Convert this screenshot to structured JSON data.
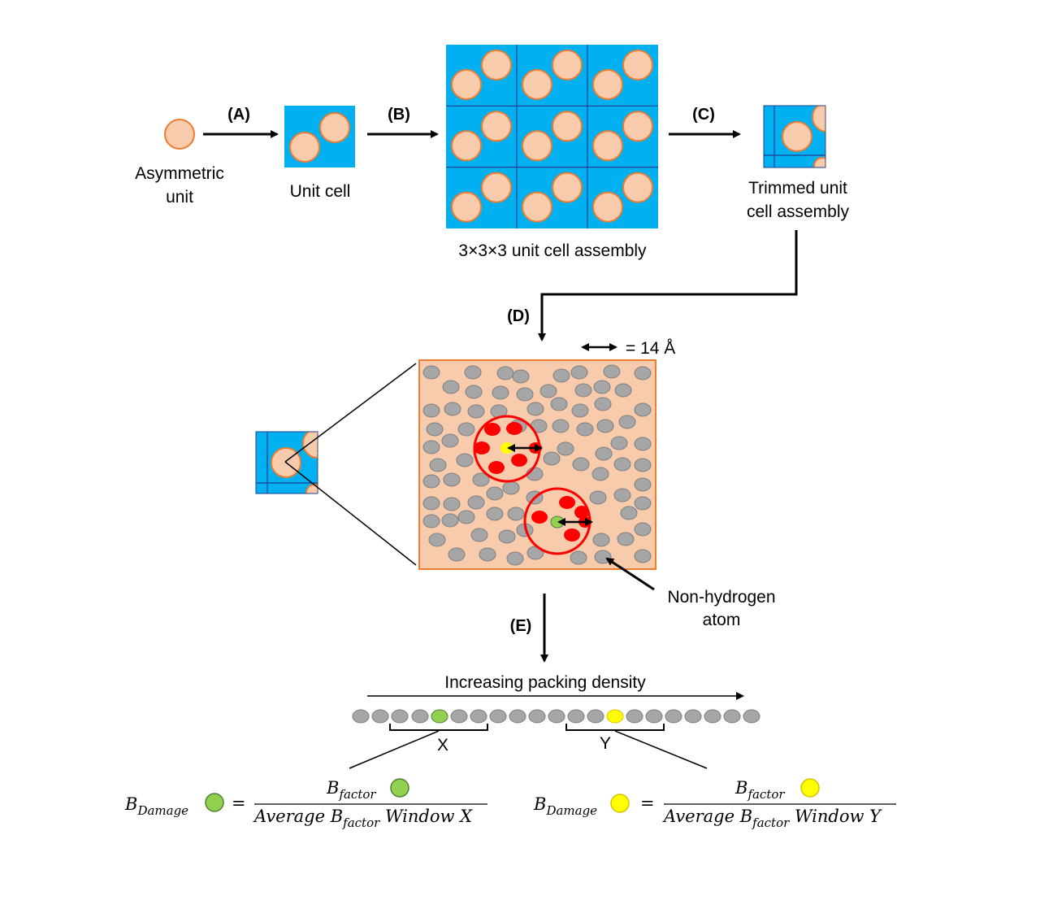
{
  "steps": {
    "a": "(A)",
    "b": "(B)",
    "c": "(C)",
    "d": "(D)",
    "e": "(E)"
  },
  "labels": {
    "asymmetric_unit_line1": "Asymmetric",
    "asymmetric_unit_line2": "unit",
    "unit_cell": "Unit cell",
    "assembly": "3×3×3 unit cell assembly",
    "trimmed_line1": "Trimmed unit",
    "trimmed_line2": "cell assembly",
    "scale": "= 14 Å",
    "non_hydrogen_line1": "Non-hydrogen",
    "non_hydrogen_line2": "atom",
    "increasing": "Increasing packing density",
    "window_x": "X",
    "window_y": "Y"
  },
  "formula_left": {
    "lhs_base": "B",
    "lhs_sub": "Damage",
    "equals": "=",
    "num_base": "B",
    "num_sub": "factor",
    "den_pre": "Average B",
    "den_sub": "factor",
    "den_post": " Window X"
  },
  "formula_right": {
    "lhs_base": "B",
    "lhs_sub": "Damage",
    "equals": "=",
    "num_base": "B",
    "num_sub": "factor",
    "den_pre": "Average B",
    "den_sub": "factor",
    "den_post": " Window Y"
  },
  "colors": {
    "unit_cell_bg": "#00b0f0",
    "sphere_fill": "#f8cbad",
    "sphere_stroke": "#ed7d31",
    "atom_gray": "#a6a6a6",
    "atom_red": "#ff0000",
    "atom_green": "#92d050",
    "atom_yellow": "#ffff00"
  }
}
